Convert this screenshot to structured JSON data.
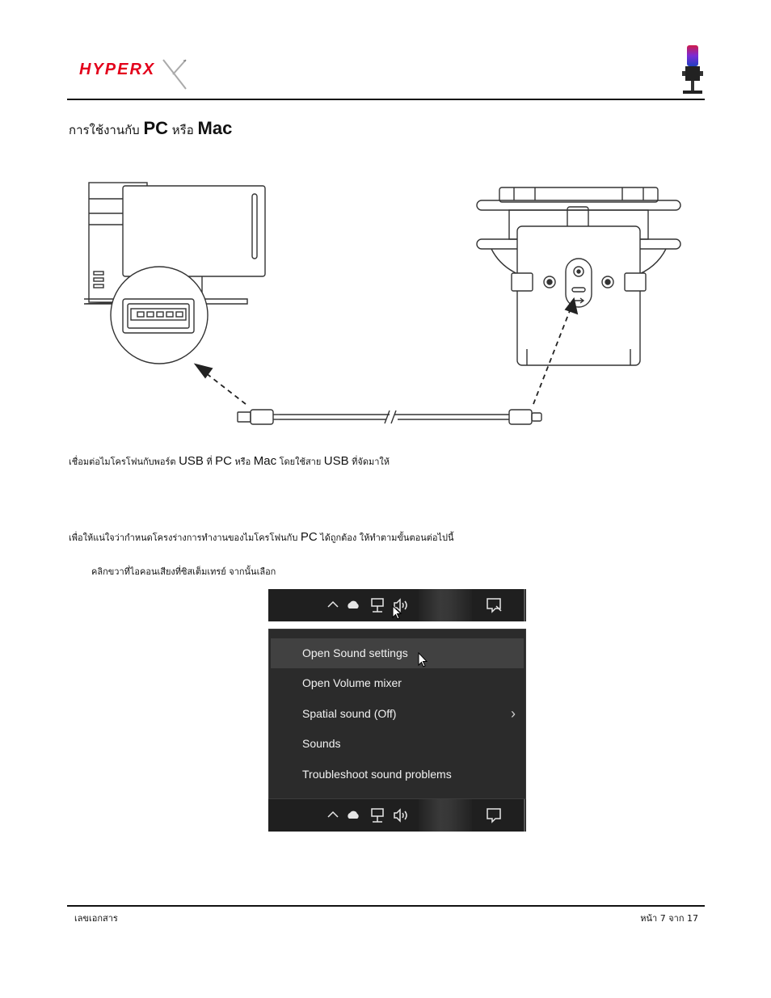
{
  "header": {
    "logo_text": "HYPERX",
    "logo_tm": "™"
  },
  "title": {
    "prefix": "การใช้งานกับ",
    "pc": "PC",
    "or": "หรือ",
    "mac": "Mac"
  },
  "paragraph1": {
    "t1": "เชื่อมต่อไมโครโฟนกับพอร์ต",
    "usb1": "USB",
    "t2": "ที่",
    "pc": "PC",
    "t3": "หรือ",
    "mac": "Mac",
    "t4": "โดยใช้สาย",
    "usb2": "USB",
    "t5": "ที่จัดมาให้"
  },
  "paragraph2": {
    "t1": "เพื่อให้แน่ใจว่ากำหนดโครงร่างการทำงานของไมโครโฟนกับ",
    "pc": "PC",
    "t2": "ได้ถูกต้อง ให้ทำตามขั้นตอนต่อไปนี้"
  },
  "step1": "คลิกขวาที่ไอคอนเสียงที่ซิสเต็มเทรย์ จากนั้นเลือก",
  "menu": {
    "items": [
      {
        "label": "Open Sound settings"
      },
      {
        "label": "Open Volume mixer"
      },
      {
        "label": "Spatial sound (Off)"
      },
      {
        "label": "Sounds"
      },
      {
        "label": "Troubleshoot sound problems"
      }
    ],
    "chevron": "›"
  },
  "footer": {
    "left": "เลขเอกสาร",
    "right": "หน้า 7 จาก 17"
  },
  "colors": {
    "logo_red": "#e3001b",
    "taskbar": "#1f1f1f",
    "menu_bg": "#2b2b2b",
    "menu_highlight": "#414141"
  }
}
